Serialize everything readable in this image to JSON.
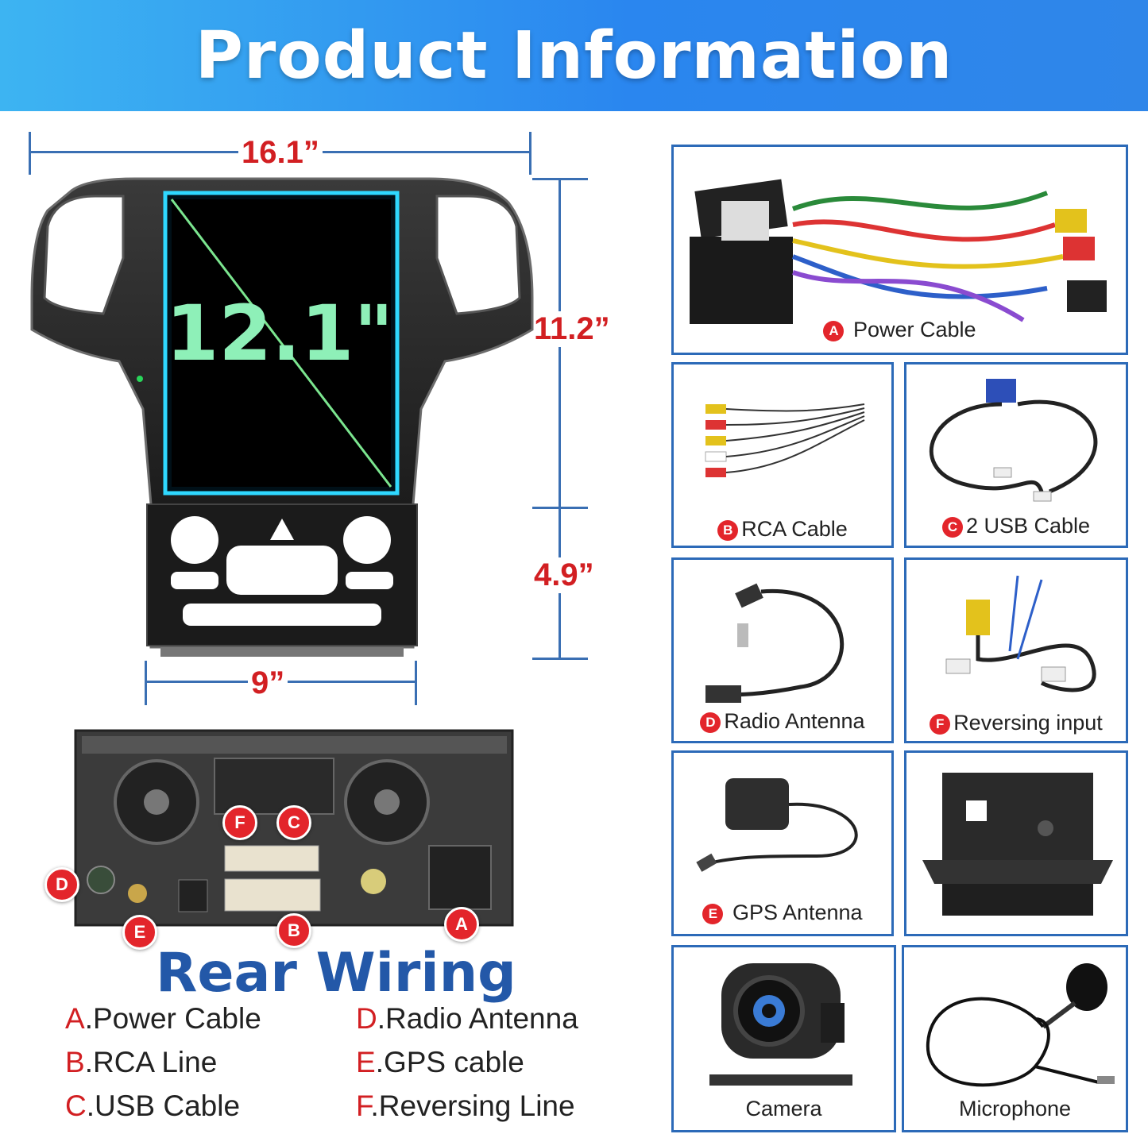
{
  "header": {
    "title": "Product Information"
  },
  "dimensions": {
    "width": "16.1”",
    "height": "11.2”",
    "lower_height": "4.9”",
    "lower_width": "9”",
    "screen_size": "12.1\""
  },
  "rear_wiring": {
    "title": "Rear Wiring",
    "port_badges": [
      "A",
      "B",
      "C",
      "D",
      "E",
      "F"
    ],
    "legend": [
      {
        "letter": "A",
        "text": ".Power Cable"
      },
      {
        "letter": "B",
        "text": ".RCA Line"
      },
      {
        "letter": "C",
        "text": ".USB Cable"
      },
      {
        "letter": "D",
        "text": ".Radio Antenna"
      },
      {
        "letter": "E",
        "text": ".GPS cable"
      },
      {
        "letter": "F",
        "text": ".Reversing Line"
      }
    ]
  },
  "accessories": [
    {
      "badge": "A",
      "label": "Power Cable",
      "icon": "power-cable-harness"
    },
    {
      "badge": "B",
      "label": "RCA Cable",
      "icon": "rca-cable"
    },
    {
      "badge": "C",
      "label": "2 USB Cable",
      "icon": "usb-cable"
    },
    {
      "badge": "D",
      "label": "Radio Antenna",
      "icon": "radio-antenna-cable"
    },
    {
      "badge": "F",
      "label": "Reversing input",
      "icon": "reversing-input-cable"
    },
    {
      "badge": "E",
      "label": "GPS Antenna",
      "icon": "gps-antenna"
    },
    {
      "badge": "",
      "label": "",
      "icon": "mounting-bracket"
    },
    {
      "badge": "",
      "label": "Camera",
      "icon": "camera"
    },
    {
      "badge": "",
      "label": "Microphone",
      "icon": "microphone"
    }
  ],
  "colors": {
    "accent_blue": "#2c6ab8",
    "label_red": "#d21f22",
    "badge_red": "#e3252b",
    "title_blue": "#2358a8"
  }
}
